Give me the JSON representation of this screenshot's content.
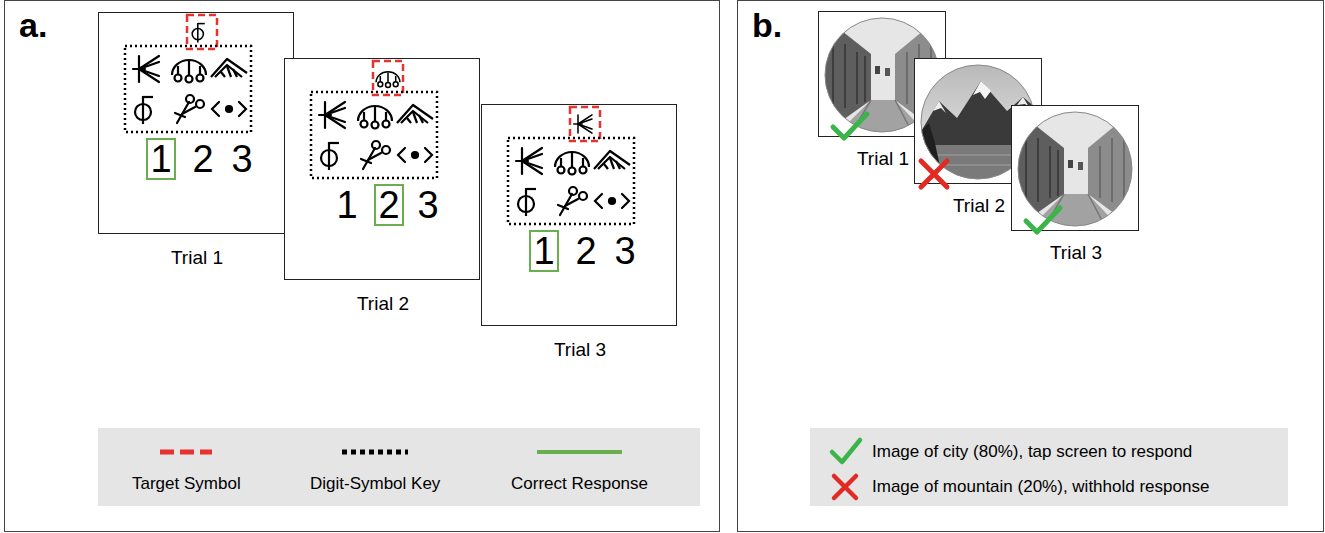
{
  "diagram": {
    "nodes": [
      {
        "text": [
          "a."
        ]
      },
      {
        "text": [
          "2",
          "3",
          "Trial 1"
        ],
        "in": 0
      },
      {
        "text": [
          "1"
        ],
        "in": 1
      },
      {
        "text": [
          "1",
          "3",
          "Trial 2"
        ],
        "in": 0
      },
      {
        "text": [
          "2"
        ],
        "in": 3
      },
      {
        "text": [
          "2",
          "3",
          "Trial 3"
        ],
        "in": 0
      },
      {
        "text": [
          "1"
        ],
        "in": 5
      },
      {
        "text": [
          "b."
        ]
      },
      {
        "text": [
          "Trial 1"
        ],
        "in": 7
      },
      {
        "text": [
          "Trial 2"
        ],
        "in": 7
      },
      {
        "text": [
          "Trial 3"
        ],
        "in": 7
      }
    ],
    "legend": [
      {
        "text": "Target Symbol"
      },
      {
        "text": "Digit-Symbol Key"
      },
      {
        "text": "Correct Response"
      },
      {
        "text": "Image of city (80%), tap screen to respond"
      },
      {
        "text": "Image of mountain (20%), withhold response"
      }
    ]
  }
}
